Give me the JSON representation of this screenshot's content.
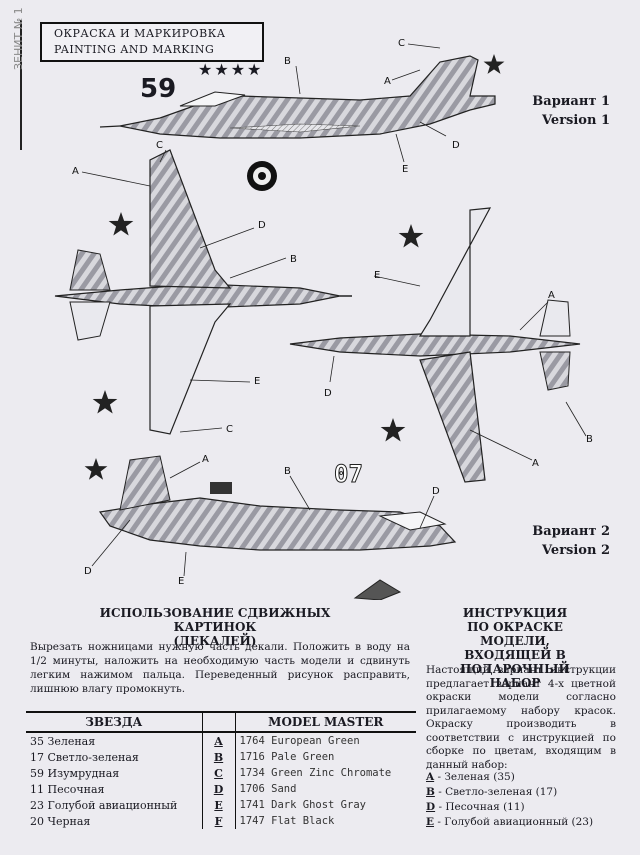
{
  "header": {
    "title_ru": "ОКРАСКА И МАРКИРОВКА",
    "title_en": "PAINTING AND MARKING",
    "side_text": "ЗЕНИТ № 1"
  },
  "versions": [
    {
      "ru": "Вариант 1",
      "en": "Version 1"
    },
    {
      "ru": "Вариант 2",
      "en": "Version 2"
    }
  ],
  "markings": {
    "number_1": "59",
    "number_2": "07",
    "stars_row": "★★★★"
  },
  "callouts": [
    "A",
    "B",
    "C",
    "D",
    "E"
  ],
  "decals_section": {
    "title_line1": "ИСПОЛЬЗОВАНИЕ СДВИЖНЫХ КАРТИНОК",
    "title_line2": "(ДЕКАЛЕЙ)",
    "text": "Вырезать ножницами нужную часть декали. Положить в воду на 1/2 минуты, наложить на необходимую часть модели и сдвинуть легким нажимом пальца. Переведенный рисунок расправить, лишнюю влагу промокнуть."
  },
  "instructions_section": {
    "title_line1": "ИНСТРУКЦИЯ",
    "title_line2": "ПО ОКРАСКЕ МОДЕЛИ,",
    "title_line3": "ВХОДЯЩЕЙ В",
    "title_line4": "ПОДАРОЧНЫЙ НАБОР",
    "text": "Настоящий вариант инструкции предлагает вариант 4-х цветной окраски модели согласно прилагаемому набору красок. Окраску производить в соответствии с инструкцией по сборке по цветам, входящим в данный набор:",
    "list": [
      {
        "key": "A",
        "text": " - Зеленая (35)"
      },
      {
        "key": "B",
        "text": " - Светло-зеленая (17)"
      },
      {
        "key": "D",
        "text": " - Песочная (11)"
      },
      {
        "key": "E",
        "text": " - Голубой авиационный (23)"
      }
    ]
  },
  "paint_table": {
    "headers": [
      "ЗВЕЗДА",
      "",
      "MODEL MASTER"
    ],
    "rows": [
      {
        "zvezda": "35 Зеленая",
        "key": "A",
        "mm": "1764 European Green"
      },
      {
        "zvezda": "17 Светло-зеленая",
        "key": "B",
        "mm": "1716 Pale Green"
      },
      {
        "zvezda": "59 Изумрудная",
        "key": "C",
        "mm": "1734 Green Zinc Chromate"
      },
      {
        "zvezda": "11 Песочная",
        "key": "D",
        "mm": "1706 Sand"
      },
      {
        "zvezda": "23 Голубой авиационный",
        "key": "E",
        "mm": "1741 Dark Ghost Gray"
      },
      {
        "zvezda": "20 Черная",
        "key": "F",
        "mm": "1747 Flat Black"
      }
    ]
  }
}
